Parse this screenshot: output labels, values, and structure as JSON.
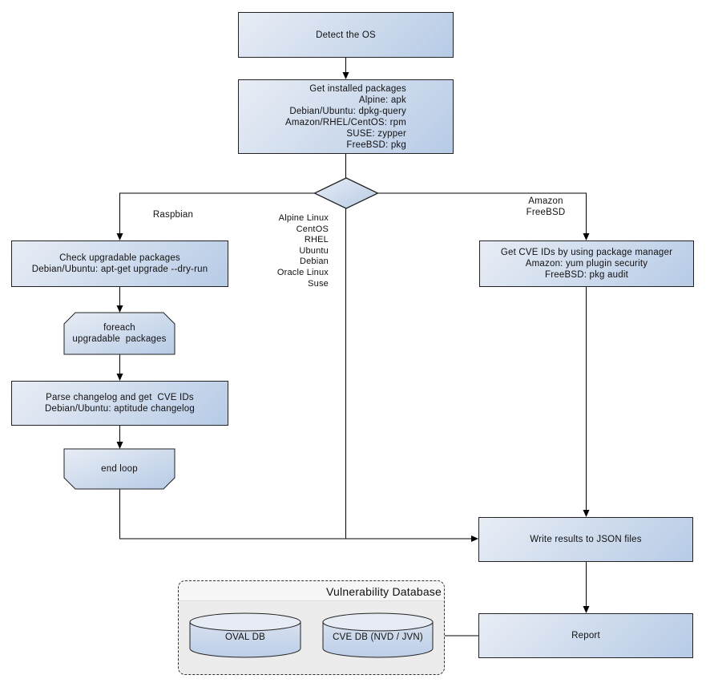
{
  "colors": {
    "node_fill_light": "#e8edf5",
    "node_fill_dark": "#b7cbe6",
    "node_border": "#222222",
    "edge_color": "#000000",
    "text_color": "#111111",
    "container_bg": "#ececec",
    "container_header_bg": "#f6f6f6"
  },
  "nodes": {
    "detect_os": "Detect the OS",
    "get_installed_packages": "Get installed packages\nAlpine: apk\nDebian/Ubuntu: dpkg-query\nAmazon/RHEL/CentOS: rpm\nSUSE: zypper\nFreeBSD: pkg",
    "check_upgradable": "Check upgradable packages\nDebian/Ubuntu: apt-get upgrade --dry-run",
    "foreach_loop": "foreach\nupgradable  packages",
    "parse_changelog": "Parse changelog and get  CVE IDs\nDebian/Ubuntu: aptitude changelog",
    "end_loop": "end loop",
    "get_cve_ids": "Get CVE IDs by using package manager\nAmazon: yum plugin security\nFreeBSD: pkg audit",
    "write_results": "Write results to JSON files",
    "report": "Report"
  },
  "edge_labels": {
    "raspbian": "Raspbian",
    "os_list": "Alpine Linux\nCentOS\nRHEL\nUbuntu\nDebian\nOracle Linux\nSuse",
    "amazon_freebsd": "Amazon\nFreeBSD"
  },
  "database": {
    "title": "Vulnerability Database",
    "oval_db": "OVAL DB",
    "cve_db": "CVE DB (NVD / JVN)"
  }
}
